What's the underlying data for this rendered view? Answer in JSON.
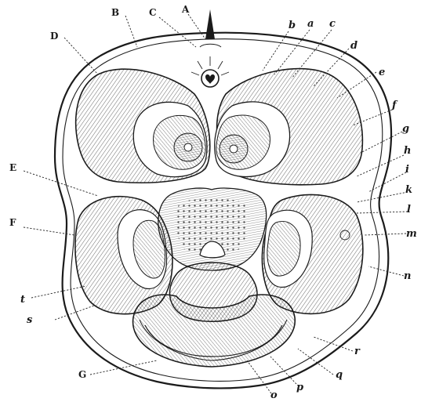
{
  "figure": {
    "labels": {
      "A": "A",
      "B": "B",
      "C": "C",
      "D": "D",
      "E": "E",
      "F": "F",
      "G": "G",
      "a": "a",
      "b": "b",
      "c": "c",
      "d": "d",
      "e": "e",
      "f": "f",
      "g": "g",
      "h": "h",
      "i": "i",
      "k": "k",
      "l": "l",
      "m": "m",
      "n": "n",
      "o": "o",
      "p": "p",
      "q": "q",
      "r": "r",
      "s": "s",
      "t": "t"
    }
  }
}
